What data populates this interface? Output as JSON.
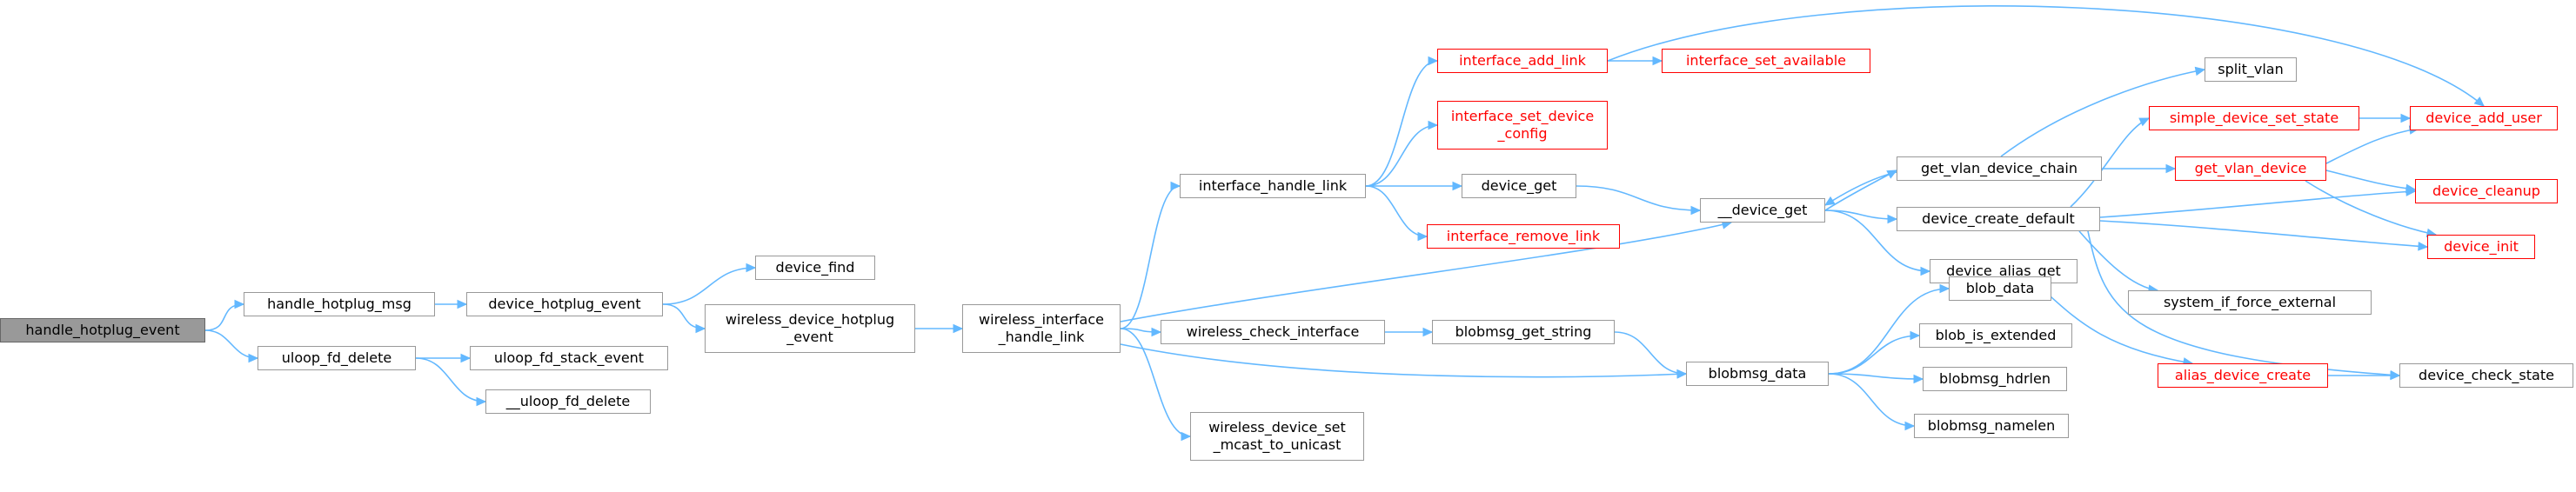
{
  "graph": {
    "colors": {
      "edge": "#63b8ff",
      "node_border": "#999999",
      "root_fill": "#999999",
      "incomplete_border": "#ff0000",
      "incomplete_text": "#ff0000"
    },
    "nodes": [
      {
        "id": "handle_hotplug_event",
        "label": "handle_hotplug_event",
        "style": "root"
      },
      {
        "id": "handle_hotplug_msg",
        "label": "handle_hotplug_msg",
        "style": "normal"
      },
      {
        "id": "uloop_fd_delete",
        "label": "uloop_fd_delete",
        "style": "normal"
      },
      {
        "id": "device_hotplug_event",
        "label": "device_hotplug_event",
        "style": "normal"
      },
      {
        "id": "uloop_fd_stack_event",
        "label": "uloop_fd_stack_event",
        "style": "normal"
      },
      {
        "id": "__uloop_fd_delete",
        "label": "__uloop_fd_delete",
        "style": "normal"
      },
      {
        "id": "device_find",
        "label": "device_find",
        "style": "normal"
      },
      {
        "id": "wireless_device_hotplug_event",
        "label": "wireless_device_hotplug\n_event",
        "style": "normal"
      },
      {
        "id": "wireless_interface_handle_link",
        "label": "wireless_interface\n_handle_link",
        "style": "normal"
      },
      {
        "id": "interface_handle_link",
        "label": "interface_handle_link",
        "style": "normal"
      },
      {
        "id": "wireless_check_interface",
        "label": "wireless_check_interface",
        "style": "normal"
      },
      {
        "id": "wireless_device_set_mcast_to_unicast",
        "label": "wireless_device_set\n_mcast_to_unicast",
        "style": "normal"
      },
      {
        "id": "interface_add_link",
        "label": "interface_add_link",
        "style": "red"
      },
      {
        "id": "interface_set_device_config",
        "label": "interface_set_device\n_config",
        "style": "red"
      },
      {
        "id": "device_get",
        "label": "device_get",
        "style": "normal"
      },
      {
        "id": "interface_remove_link",
        "label": "interface_remove_link",
        "style": "red"
      },
      {
        "id": "blobmsg_get_string",
        "label": "blobmsg_get_string",
        "style": "normal"
      },
      {
        "id": "interface_set_available",
        "label": "interface_set_available",
        "style": "red"
      },
      {
        "id": "__device_get",
        "label": "__device_get",
        "style": "normal"
      },
      {
        "id": "blobmsg_data",
        "label": "blobmsg_data",
        "style": "normal"
      },
      {
        "id": "get_vlan_device_chain",
        "label": "get_vlan_device_chain",
        "style": "normal"
      },
      {
        "id": "device_create_default",
        "label": "device_create_default",
        "style": "normal"
      },
      {
        "id": "device_alias_get",
        "label": "device_alias_get",
        "style": "normal"
      },
      {
        "id": "blob_data",
        "label": "blob_data",
        "style": "normal"
      },
      {
        "id": "blob_is_extended",
        "label": "blob_is_extended",
        "style": "normal"
      },
      {
        "id": "blobmsg_hdrlen",
        "label": "blobmsg_hdrlen",
        "style": "normal"
      },
      {
        "id": "blobmsg_namelen",
        "label": "blobmsg_namelen",
        "style": "normal"
      },
      {
        "id": "split_vlan",
        "label": "split_vlan",
        "style": "normal"
      },
      {
        "id": "simple_device_set_state",
        "label": "simple_device_set_state",
        "style": "red"
      },
      {
        "id": "get_vlan_device",
        "label": "get_vlan_device",
        "style": "red"
      },
      {
        "id": "system_if_force_external",
        "label": "system_if_force_external",
        "style": "normal"
      },
      {
        "id": "alias_device_create",
        "label": "alias_device_create",
        "style": "red"
      },
      {
        "id": "device_add_user",
        "label": "device_add_user",
        "style": "red"
      },
      {
        "id": "device_cleanup",
        "label": "device_cleanup",
        "style": "red"
      },
      {
        "id": "device_init",
        "label": "device_init",
        "style": "red"
      },
      {
        "id": "device_check_state",
        "label": "device_check_state",
        "style": "normal"
      }
    ],
    "edges": [
      [
        "handle_hotplug_event",
        "handle_hotplug_msg"
      ],
      [
        "handle_hotplug_event",
        "uloop_fd_delete"
      ],
      [
        "handle_hotplug_msg",
        "device_hotplug_event"
      ],
      [
        "uloop_fd_delete",
        "uloop_fd_stack_event"
      ],
      [
        "uloop_fd_delete",
        "__uloop_fd_delete"
      ],
      [
        "device_hotplug_event",
        "device_find"
      ],
      [
        "device_hotplug_event",
        "wireless_device_hotplug_event"
      ],
      [
        "wireless_device_hotplug_event",
        "wireless_interface_handle_link"
      ],
      [
        "wireless_interface_handle_link",
        "interface_handle_link"
      ],
      [
        "wireless_interface_handle_link",
        "__device_get"
      ],
      [
        "wireless_interface_handle_link",
        "wireless_check_interface"
      ],
      [
        "wireless_interface_handle_link",
        "blobmsg_data"
      ],
      [
        "wireless_interface_handle_link",
        "wireless_device_set_mcast_to_unicast"
      ],
      [
        "interface_handle_link",
        "interface_add_link"
      ],
      [
        "interface_handle_link",
        "interface_set_device_config"
      ],
      [
        "interface_handle_link",
        "device_get"
      ],
      [
        "interface_handle_link",
        "interface_remove_link"
      ],
      [
        "interface_add_link",
        "device_add_user"
      ],
      [
        "interface_add_link",
        "interface_set_available"
      ],
      [
        "device_get",
        "__device_get"
      ],
      [
        "wireless_check_interface",
        "blobmsg_get_string"
      ],
      [
        "blobmsg_get_string",
        "blobmsg_data"
      ],
      [
        "__device_get",
        "get_vlan_device_chain"
      ],
      [
        "__device_get",
        "device_create_default"
      ],
      [
        "__device_get",
        "device_alias_get"
      ],
      [
        "get_vlan_device_chain",
        "__device_get"
      ],
      [
        "get_vlan_device_chain",
        "split_vlan"
      ],
      [
        "get_vlan_device_chain",
        "get_vlan_device"
      ],
      [
        "device_create_default",
        "simple_device_set_state"
      ],
      [
        "device_create_default",
        "device_cleanup"
      ],
      [
        "device_create_default",
        "device_init"
      ],
      [
        "device_create_default",
        "system_if_force_external"
      ],
      [
        "device_create_default",
        "device_check_state"
      ],
      [
        "device_alias_get",
        "alias_device_create"
      ],
      [
        "blobmsg_data",
        "blob_data"
      ],
      [
        "blobmsg_data",
        "blob_is_extended"
      ],
      [
        "blobmsg_data",
        "blobmsg_hdrlen"
      ],
      [
        "blobmsg_data",
        "blobmsg_namelen"
      ],
      [
        "simple_device_set_state",
        "device_add_user"
      ],
      [
        "get_vlan_device",
        "device_add_user"
      ],
      [
        "get_vlan_device",
        "device_cleanup"
      ],
      [
        "get_vlan_device",
        "device_init"
      ],
      [
        "alias_device_create",
        "device_check_state"
      ]
    ]
  }
}
